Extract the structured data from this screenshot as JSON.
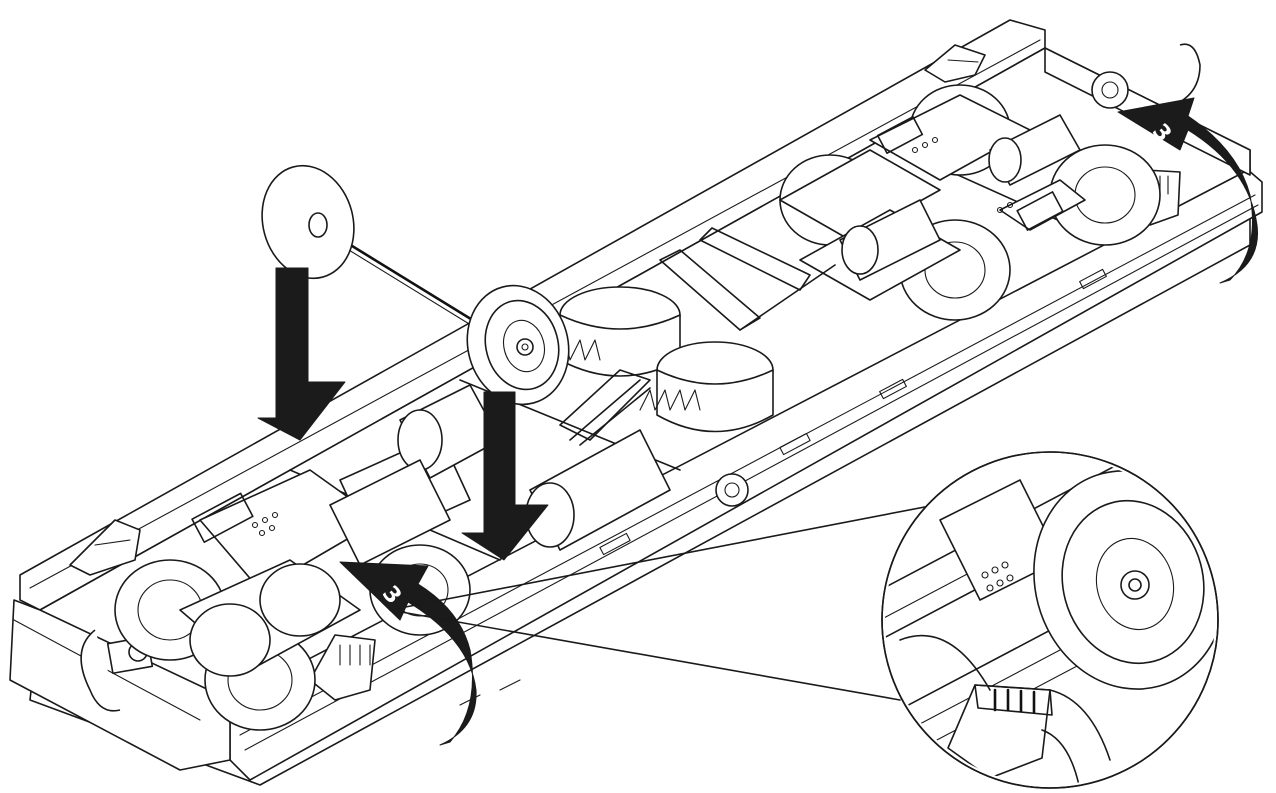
{
  "callouts": [
    {
      "id": "callout-rear",
      "label": "3"
    },
    {
      "id": "callout-front",
      "label": "3"
    }
  ],
  "icons": [
    "wheelset-icon",
    "down-arrow-icon",
    "curved-arrow-icon",
    "magnifier-detail-icon"
  ],
  "colors": {
    "ink": "#1a1a1a",
    "paper": "#ffffff",
    "arrow": "#1b1b1b"
  }
}
